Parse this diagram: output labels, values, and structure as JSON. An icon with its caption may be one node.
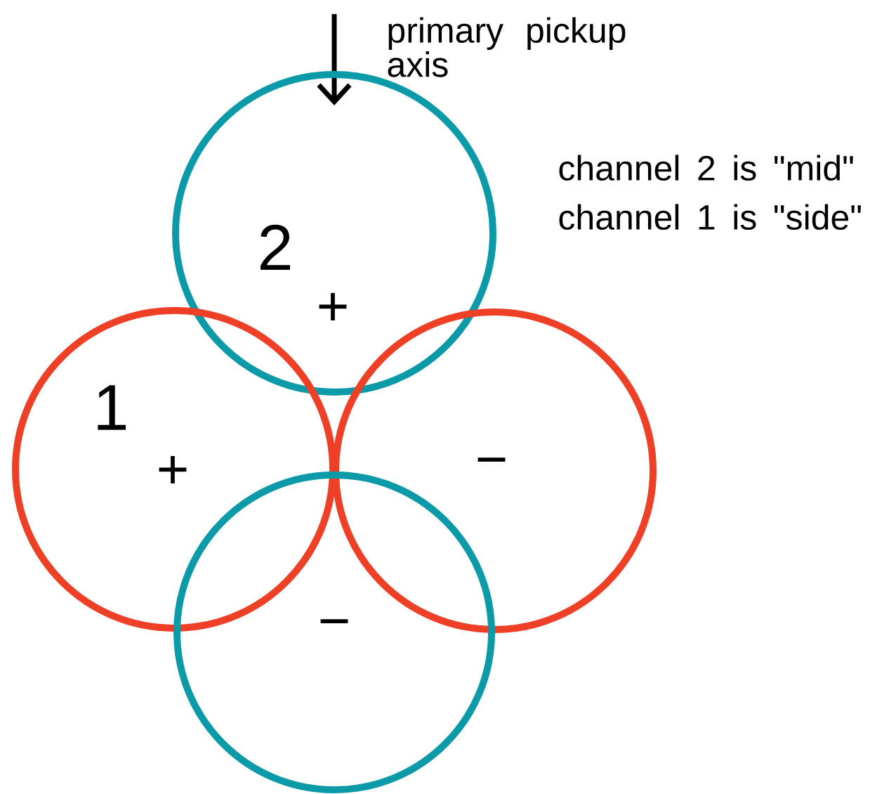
{
  "diagram": {
    "nodes": [
      {
        "text": [
          "2",
          "+"
        ]
      },
      {
        "text": [
          "1",
          "+"
        ]
      },
      {
        "text": [
          "−"
        ]
      },
      {
        "text": [
          "−"
        ]
      }
    ],
    "labels": [
      "primary pickup axis",
      "channel 2 is \"mid\"",
      "channel 1 is \"side\""
    ]
  }
}
